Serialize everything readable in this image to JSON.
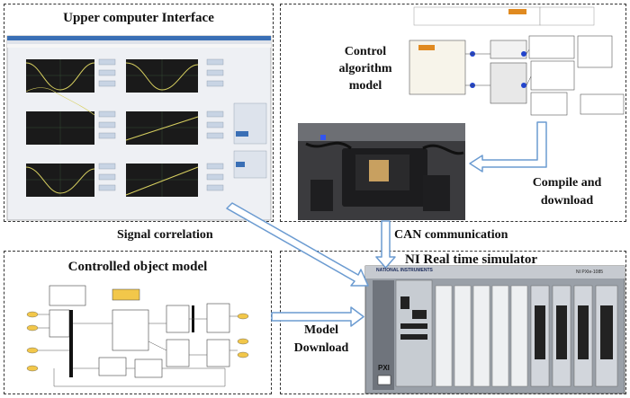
{
  "panels": {
    "upper_interface": "Upper computer Interface",
    "control_model_line1": "Control",
    "control_model_line2": "algorithm",
    "control_model_line3": "model",
    "controlled_object": "Controlled object model",
    "simulator": "NI Real time simulator"
  },
  "arrows": {
    "compile_line1": "Compile and",
    "compile_line2": "download",
    "signal_correlation": "Signal correlation",
    "can_communication": "CAN communication",
    "model_line1": "Model",
    "model_line2": "Download"
  },
  "hardware": {
    "brand": "NATIONAL INSTRUMENTS",
    "chassis_model": "NI PXIe-1085",
    "bus": "PXI"
  },
  "colors": {
    "arrow_fill": "#ffffff",
    "arrow_stroke": "#6b9bd1",
    "plot_bg": "#1a1a1a",
    "plot_line": "#d8d060",
    "chassis": "#9aa0a8"
  }
}
